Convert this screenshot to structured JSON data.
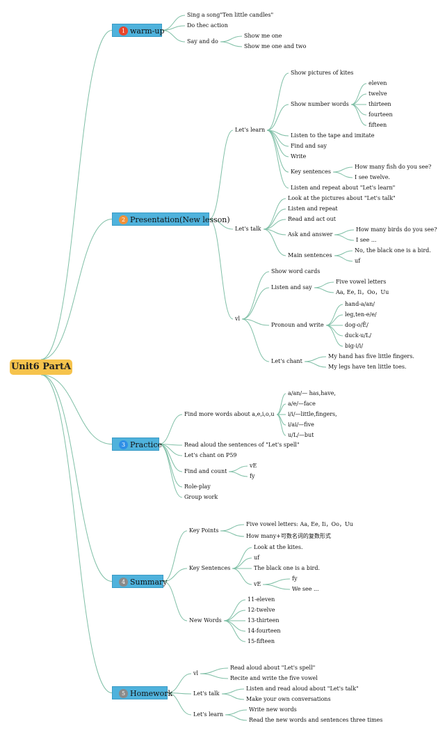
{
  "root": {
    "label": "Unit6 PartA"
  },
  "colors": {
    "root_bg": "#f6c34c",
    "topic_bg": "#4fb2dc",
    "line": "#7fbfa6"
  },
  "topics": [
    {
      "label": "warm-up",
      "num": "1",
      "num_color": "#e8452c",
      "children": [
        {
          "label": "Sing a song\"Ten little candles\""
        },
        {
          "label": "Do thec action"
        },
        {
          "label": "Say and do",
          "children": [
            {
              "label": "Show me one"
            },
            {
              "label": "Show me one and two"
            }
          ]
        }
      ]
    },
    {
      "label": "Presentation(New lesson)",
      "num": "2",
      "num_color": "#f0913a",
      "children": [
        {
          "label": "Let's learn",
          "children": [
            {
              "label": "Show pictures of kites"
            },
            {
              "label": "Show number words",
              "children": [
                {
                  "label": "eleven"
                },
                {
                  "label": "twelve"
                },
                {
                  "label": "thirteen"
                },
                {
                  "label": "fourteen"
                },
                {
                  "label": "fifteen"
                }
              ]
            },
            {
              "label": "Listen to the tape and imitate"
            },
            {
              "label": "Find and say"
            },
            {
              "label": "Write"
            },
            {
              "label": "Key sentences",
              "children": [
                {
                  "label": "How many fish do you see?"
                },
                {
                  "label": "I see twelve."
                }
              ]
            },
            {
              "label": "Listen and repeat about \"Let's learn\""
            }
          ]
        },
        {
          "label": "Let's talk",
          "children": [
            {
              "label": "Look at the pictures about \"Let's talk\""
            },
            {
              "label": "Listen and repeat"
            },
            {
              "label": "Read and act out"
            },
            {
              "label": "Ask and answer",
              "children": [
                {
                  "label": "How many birds do you see?"
                },
                {
                  "label": "I see ..."
                }
              ]
            },
            {
              "label": "Main sentences",
              "children": [
                {
                  "label": "No, the black one is a bird."
                },
                {
                  "label": "uf"
                }
              ]
            }
          ]
        },
        {
          "label": "vl",
          "children": [
            {
              "label": "Show word cards"
            },
            {
              "label": "Listen and say",
              "children": [
                {
                  "label": "Five vowel letters"
                },
                {
                  "label": "Aa, Ee, Ii，Oo，Uu"
                }
              ]
            },
            {
              "label": "Pronoun and write",
              "children": [
                {
                  "label": "hand-a/an/"
                },
                {
                  "label": "leg,ten-e/e/"
                },
                {
                  "label": "dog-o/Ē/"
                },
                {
                  "label": "duck-u/L/"
                },
                {
                  "label": "big-i/i/"
                }
              ]
            },
            {
              "label": "Let's chant",
              "children": [
                {
                  "label": "My hand has five little fingers."
                },
                {
                  "label": "My legs have ten little toes."
                }
              ]
            }
          ]
        }
      ]
    },
    {
      "label": "Practice",
      "num": "3",
      "num_color": "#2f8fe6",
      "children": [
        {
          "label": "Find more words about a,e,i,o,u",
          "children": [
            {
              "label": "a/an/— has,have,"
            },
            {
              "label": "a/e/—face"
            },
            {
              "label": "i/i/—little,fingers,"
            },
            {
              "label": "i/ai/—five"
            },
            {
              "label": "u/L/—but"
            }
          ]
        },
        {
          "label": "Read aloud the sentences of \"Let's spell\""
        },
        {
          "label": "Let's chant on P59"
        },
        {
          "label": "Find and count",
          "children": [
            {
              "label": "vE"
            },
            {
              "label": "fy"
            }
          ]
        },
        {
          "label": "Role-play"
        },
        {
          "label": "Group work"
        }
      ]
    },
    {
      "label": "Summary",
      "num": "4",
      "num_color": "#8a8a8a",
      "children": [
        {
          "label": "Key Points",
          "children": [
            {
              "label": "Five vowel letters: Aa, Ee, Ii，Oo，Uu"
            },
            {
              "label": "How many+可数名词的复数形式"
            }
          ]
        },
        {
          "label": "Key Sentences",
          "children": [
            {
              "label": "Look at the kites."
            },
            {
              "label": "uf"
            },
            {
              "label": "The black one is a bird."
            },
            {
              "label": "vE",
              "children": [
                {
                  "label": "fy"
                },
                {
                  "label": "We see ..."
                }
              ]
            }
          ]
        },
        {
          "label": "New Words",
          "children": [
            {
              "label": "11-eleven"
            },
            {
              "label": "12-twelve"
            },
            {
              "label": "13-thirteen"
            },
            {
              "label": "14-fourteen"
            },
            {
              "label": "15-fifteen"
            }
          ]
        }
      ]
    },
    {
      "label": "Homework",
      "num": "5",
      "num_color": "#8a8a8a",
      "children": [
        {
          "label": "vl",
          "children": [
            {
              "label": "Read aloud about \"Let's spell\""
            },
            {
              "label": "Recite and write the five vowel"
            }
          ]
        },
        {
          "label": "Let's talk",
          "children": [
            {
              "label": "Listen and read aloud about \"Let's talk\""
            },
            {
              "label": "Make your own conversations"
            }
          ]
        },
        {
          "label": "Let's learn",
          "children": [
            {
              "label": "Write new words"
            },
            {
              "label": "Read the new words and sentences three times"
            }
          ]
        }
      ]
    }
  ]
}
